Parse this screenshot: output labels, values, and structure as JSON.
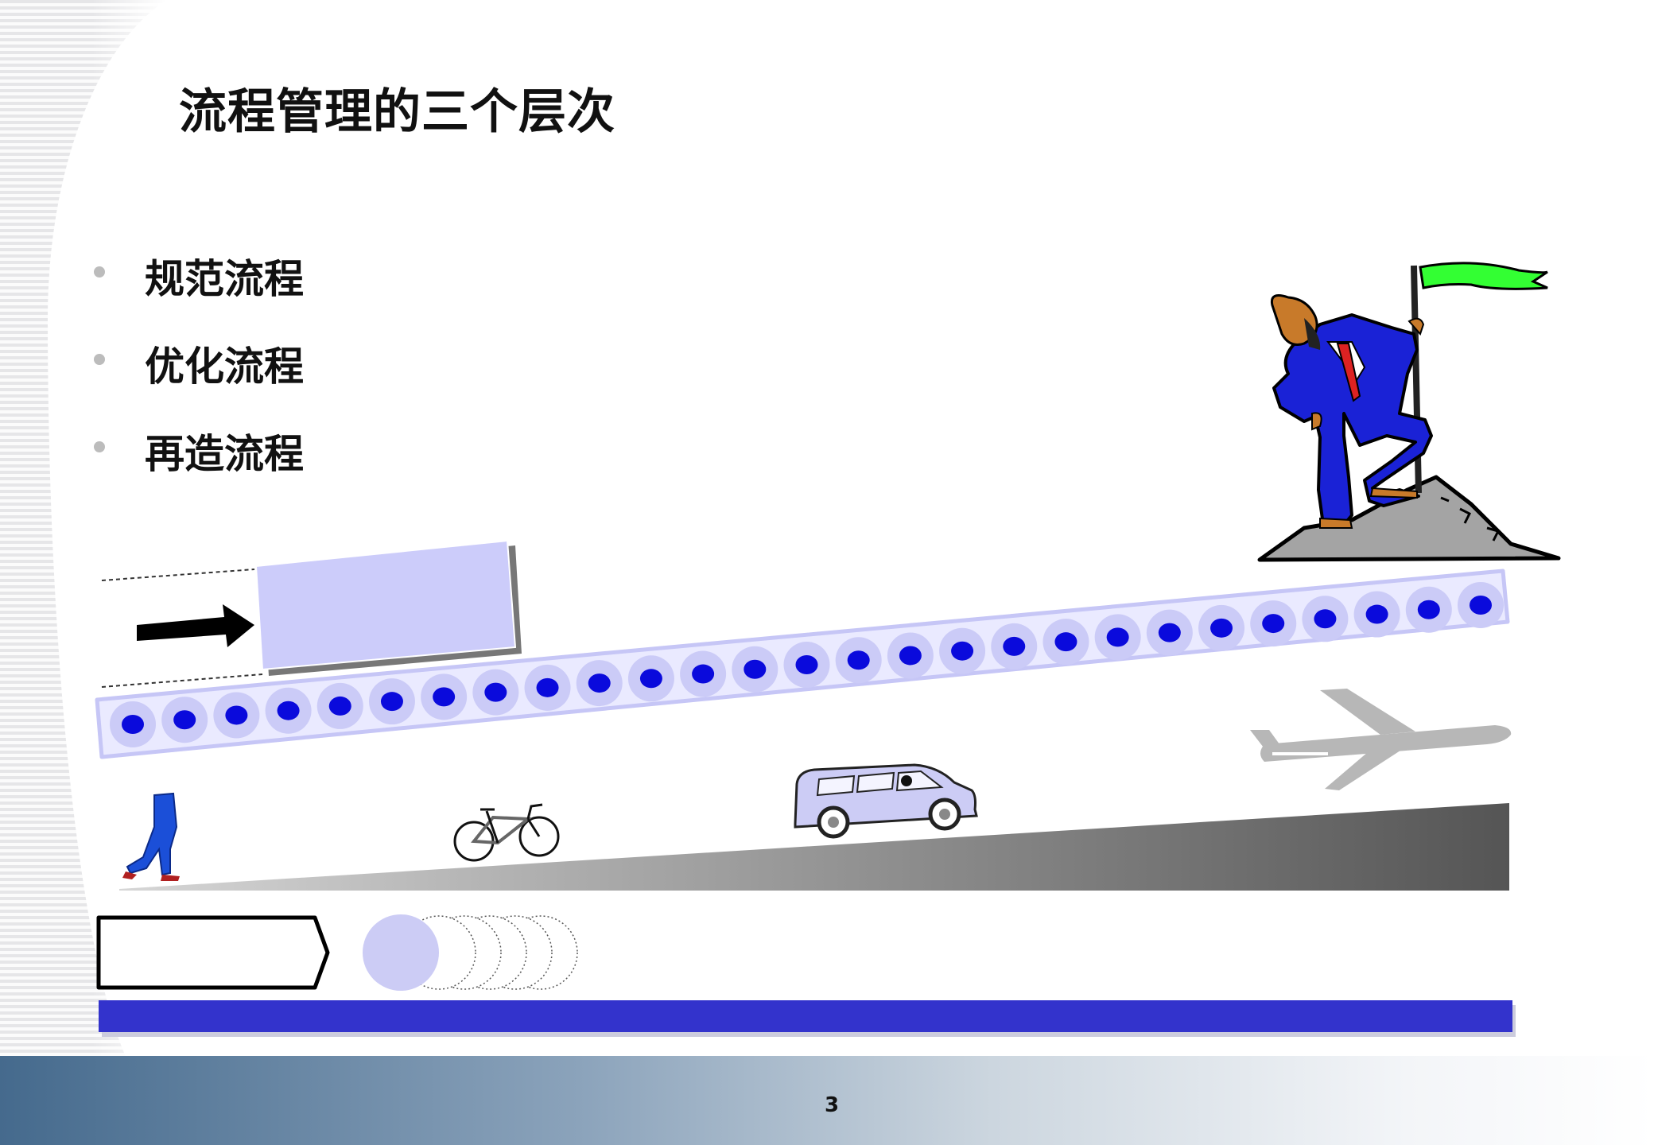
{
  "slide": {
    "title": "流程管理的三个层次",
    "bullets": [
      "规范流程",
      "优化流程",
      "再造流程"
    ],
    "page_number": "3"
  },
  "colors": {
    "conveyor_fill": "#eaeaff",
    "conveyor_border": "#c6c6f6",
    "roller_outer": "#cbcbf7",
    "roller_inner": "#0a0adc",
    "box_fill": "#ccccfa",
    "timeline_bar": "#3333cc",
    "ramp_light": "#d6d6d6",
    "ramp_dark": "#555555",
    "flag": "#33ff33",
    "suit": "#1a22d6",
    "tie": "#dd2222",
    "airplane": "#b7b7b7"
  },
  "conveyor": {
    "roller_count": 27
  },
  "icons": [
    "walking-person-icon",
    "bicycle-icon",
    "van-icon",
    "airplane-icon",
    "climber-with-flag-icon",
    "arrow-right-icon"
  ]
}
